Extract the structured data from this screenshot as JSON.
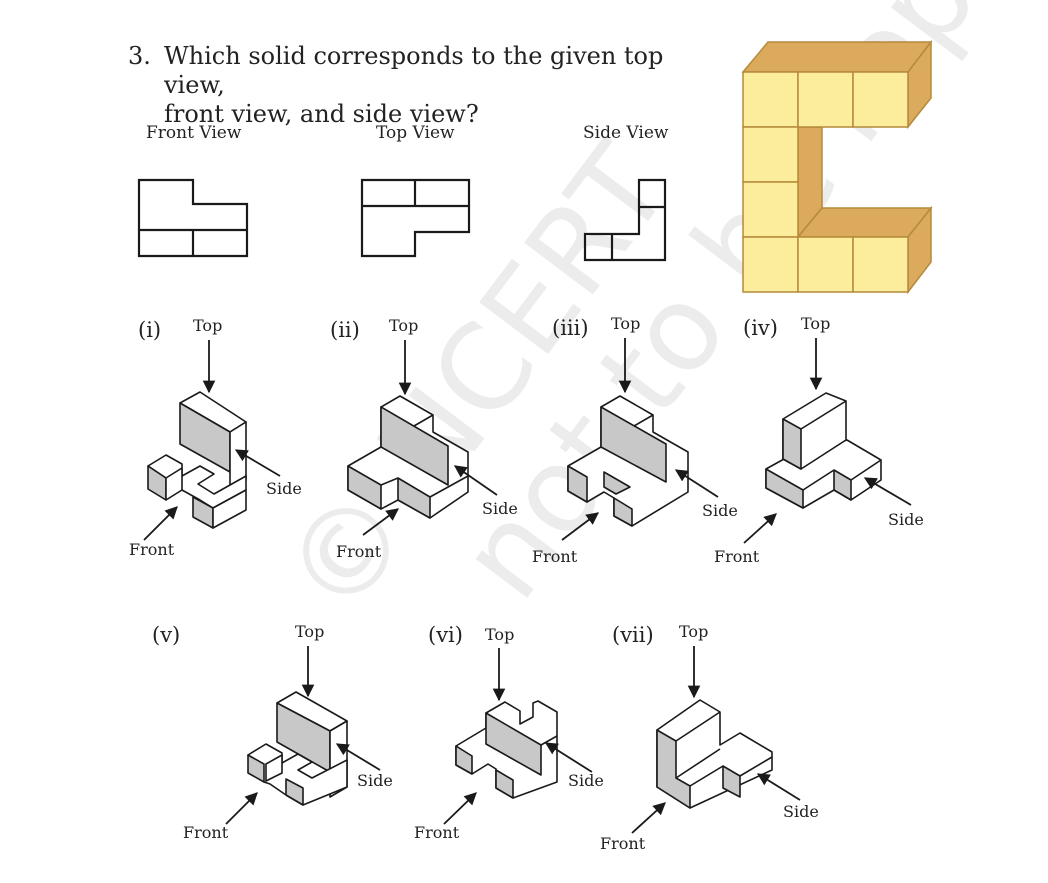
{
  "question": {
    "number": "3.",
    "text_line1": "Which solid corresponds to the given top view,",
    "text_line2": "front view, and side view?"
  },
  "views": {
    "front": "Front View",
    "top": "Top View",
    "side": "Side View"
  },
  "direction_labels": {
    "top": "Top",
    "front": "Front",
    "side": "Side"
  },
  "options": [
    "(i)",
    "(ii)",
    "(iii)",
    "(iv)",
    "(v)",
    "(vi)",
    "(vii)"
  ],
  "watermark": {
    "line1": "© NCERT",
    "line2": "not to be republished"
  },
  "colors": {
    "shade": "#c8c8c8",
    "cube_face": "#fbed9b",
    "cube_top": "#dcaa5c",
    "cube_edge": "#b58a3a",
    "line": "#1a1a1a"
  }
}
